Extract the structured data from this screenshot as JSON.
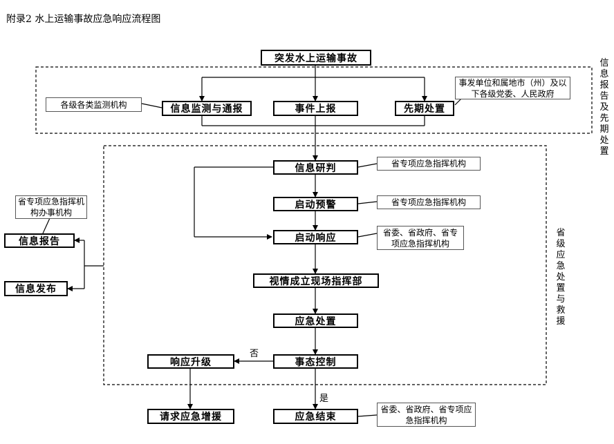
{
  "header": {
    "title": "附录2   水上运输事故应急响应流程图"
  },
  "nodes": {
    "start": "突发水上运输事故",
    "monitor": "信息监测与通报",
    "report": "事件上报",
    "first_response": "先期处置",
    "research": "信息研判",
    "warning": "启动预警",
    "response": "启动响应",
    "command": "视情成立现场指挥部",
    "disposal": "应急处置",
    "control": "事态控制",
    "upgrade": "响应升级",
    "reinforce": "请求应急增援",
    "end": "应急结束",
    "info_report": "信息报告",
    "info_publish": "信息发布"
  },
  "notes": {
    "monitor_orgs": "各级各类监测机构",
    "first_response_orgs": "事发单位和属地市（州）及以下各级党委、人民政府",
    "research_org": "省专项应急指挥机构",
    "warning_org": "省专项应急指挥机构",
    "response_org": "省委、省政府、省专项应急指挥机构",
    "end_org": "省委、省政府、省专项应急指挥机构",
    "info_office": "省专项应急指挥机构办事机构"
  },
  "edge_labels": {
    "no": "否",
    "yes": "是"
  },
  "regions": {
    "top": "信息报告及先期处置",
    "middle": "省级应急处置与救援"
  }
}
